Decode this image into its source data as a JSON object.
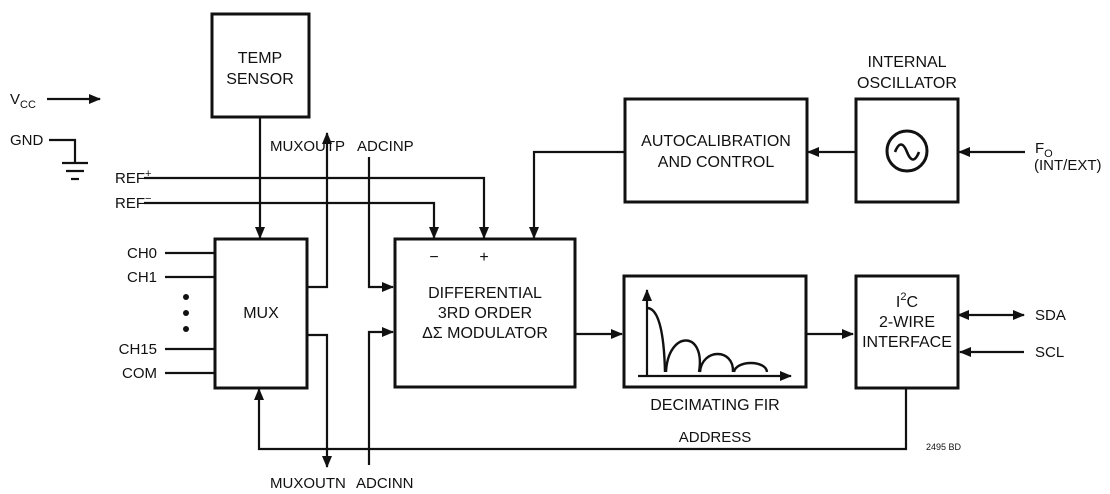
{
  "blocks": {
    "temp_sensor": [
      "TEMP",
      "SENSOR"
    ],
    "mux": "MUX",
    "modulator": [
      "DIFFERENTIAL",
      "3RD ORDER",
      "ΔΣ MODULATOR"
    ],
    "autocal": [
      "AUTOCALIBRATION",
      "AND CONTROL"
    ],
    "oscillator_title": [
      "INTERNAL",
      "OSCILLATOR"
    ],
    "oscillator_symbol": "~",
    "fir_label": "DECIMATING FIR",
    "i2c": [
      "I",
      "2",
      "C",
      "2-WIRE",
      "INTERFACE"
    ]
  },
  "pins": {
    "vcc": "V",
    "vcc_sub": "CC",
    "gnd": "GND",
    "ref_plus": "REF",
    "ref_plus_sup": "+",
    "ref_minus": "REF",
    "ref_minus_sup": "−",
    "ch0": "CH0",
    "ch1": "CH1",
    "ch15": "CH15",
    "com": "COM",
    "muxoutp": "MUXOUTP",
    "adcinp": "ADCINP",
    "muxoutn": "MUXOUTN",
    "adcinn": "ADCINN",
    "fo": "F",
    "fo_sub": "O",
    "fo_note": "(INT/EXT)",
    "sda": "SDA",
    "scl": "SCL",
    "address": "ADDRESS",
    "minus_input": "−",
    "plus_input": "+"
  },
  "figure_id": "2495 BD"
}
